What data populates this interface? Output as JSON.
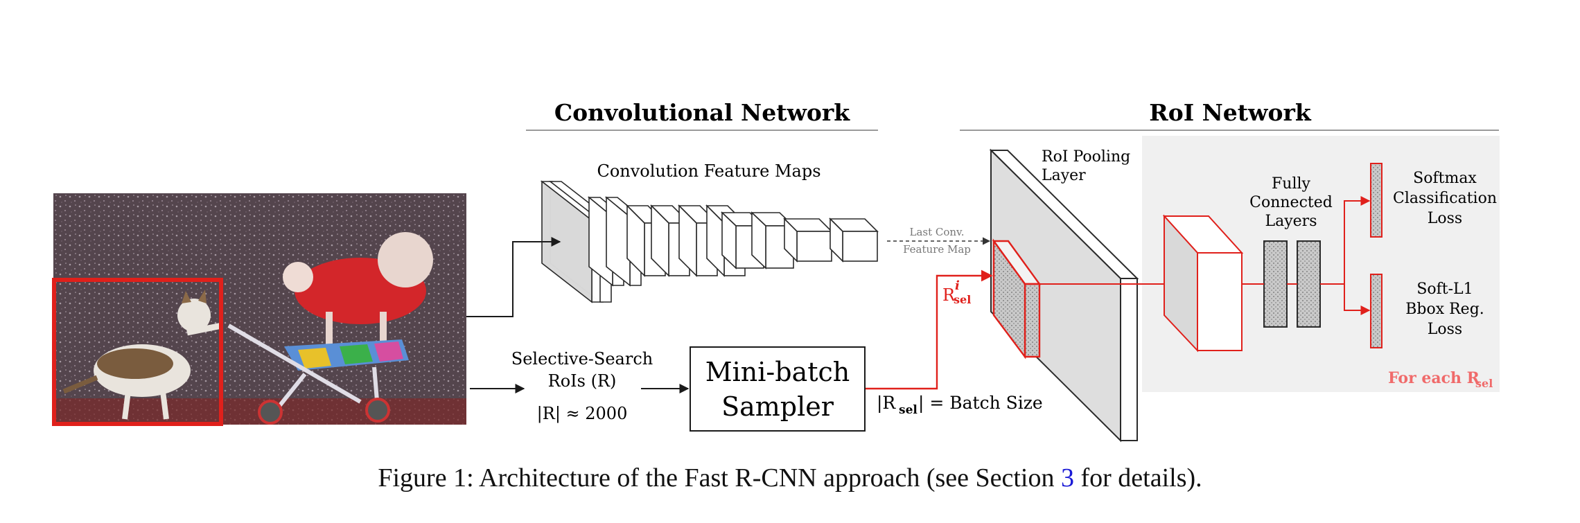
{
  "headings": {
    "conv": "Convolutional Network",
    "roi": "RoI Network"
  },
  "labels": {
    "conv_maps": "Convolution Feature Maps",
    "last_conv_1": "Last Conv.",
    "last_conv_2": "Feature Map",
    "roi_pool_1": "RoI Pooling",
    "roi_pool_2": "Layer",
    "fc_1": "Fully",
    "fc_2": "Connected",
    "fc_3": "Layers",
    "softmax_1": "Softmax",
    "softmax_2": "Classification",
    "softmax_3": "Loss",
    "bbox_1": "Soft-L1",
    "bbox_2": "Bbox Reg.",
    "bbox_3": "Loss",
    "for_each": "For each R",
    "for_each_sub": "sel",
    "ss_1": "Selective-Search",
    "ss_2": "RoIs (R)",
    "ss_3": "|R| ≈ 2000",
    "sampler_1": "Mini-batch",
    "sampler_2": "Sampler",
    "batch_pre": "|R",
    "batch_sub": "sel",
    "batch_post": "| = Batch Size",
    "rsel_main": "R",
    "rsel_sup": "i",
    "rsel_sub": "sel"
  },
  "caption": {
    "prefix": "Figure 1: Architecture of the Fast R-CNN approach (see Section ",
    "ref": "3",
    "suffix": " for details)."
  },
  "colors": {
    "red": "#e0201b",
    "light_red": "#f06a6a",
    "panel": "#f0f0f0",
    "box_face": "#d9d9d9"
  },
  "icons": {
    "photo": "cat-and-dog-photo"
  }
}
